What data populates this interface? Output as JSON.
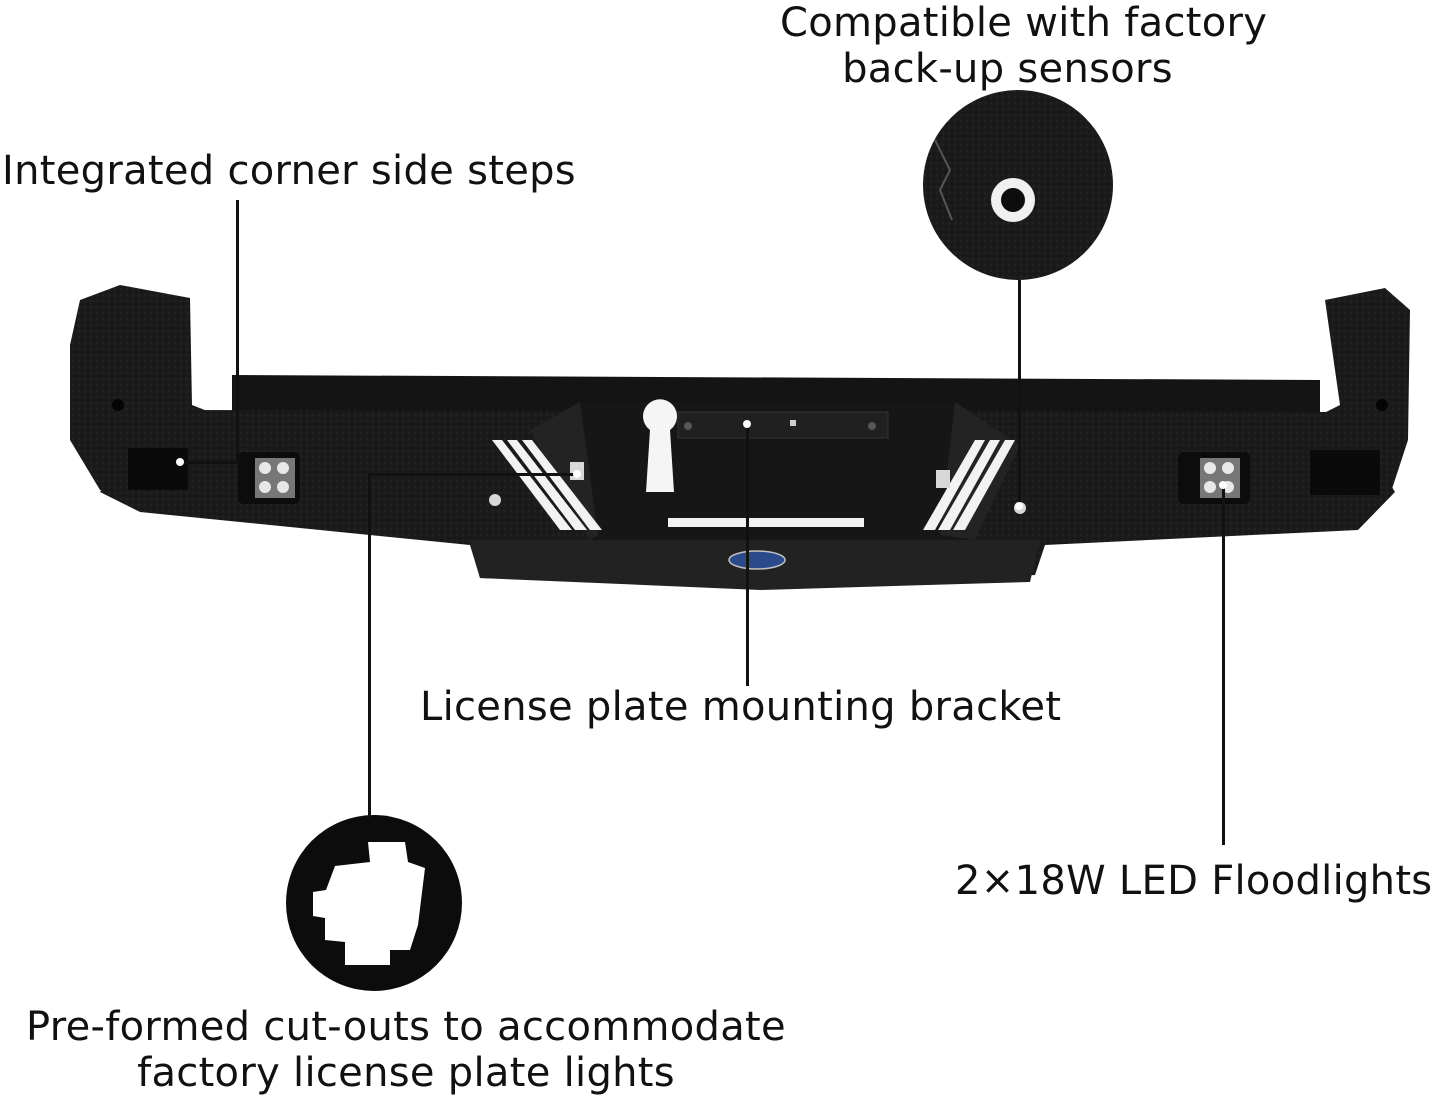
{
  "callouts": {
    "sensors": {
      "line1": "Compatible with factory",
      "line2": "back-up sensors"
    },
    "side_steps": "Integrated corner side steps",
    "license_bracket": "License plate mounting bracket",
    "floodlights": "2×18W LED Floodlights",
    "cutouts": {
      "line1": "Pre-formed cut-outs to accommodate",
      "line2": "factory license plate lights"
    }
  },
  "product": {
    "name": "rear-bumper",
    "finish_color": "#1a1a1a"
  }
}
